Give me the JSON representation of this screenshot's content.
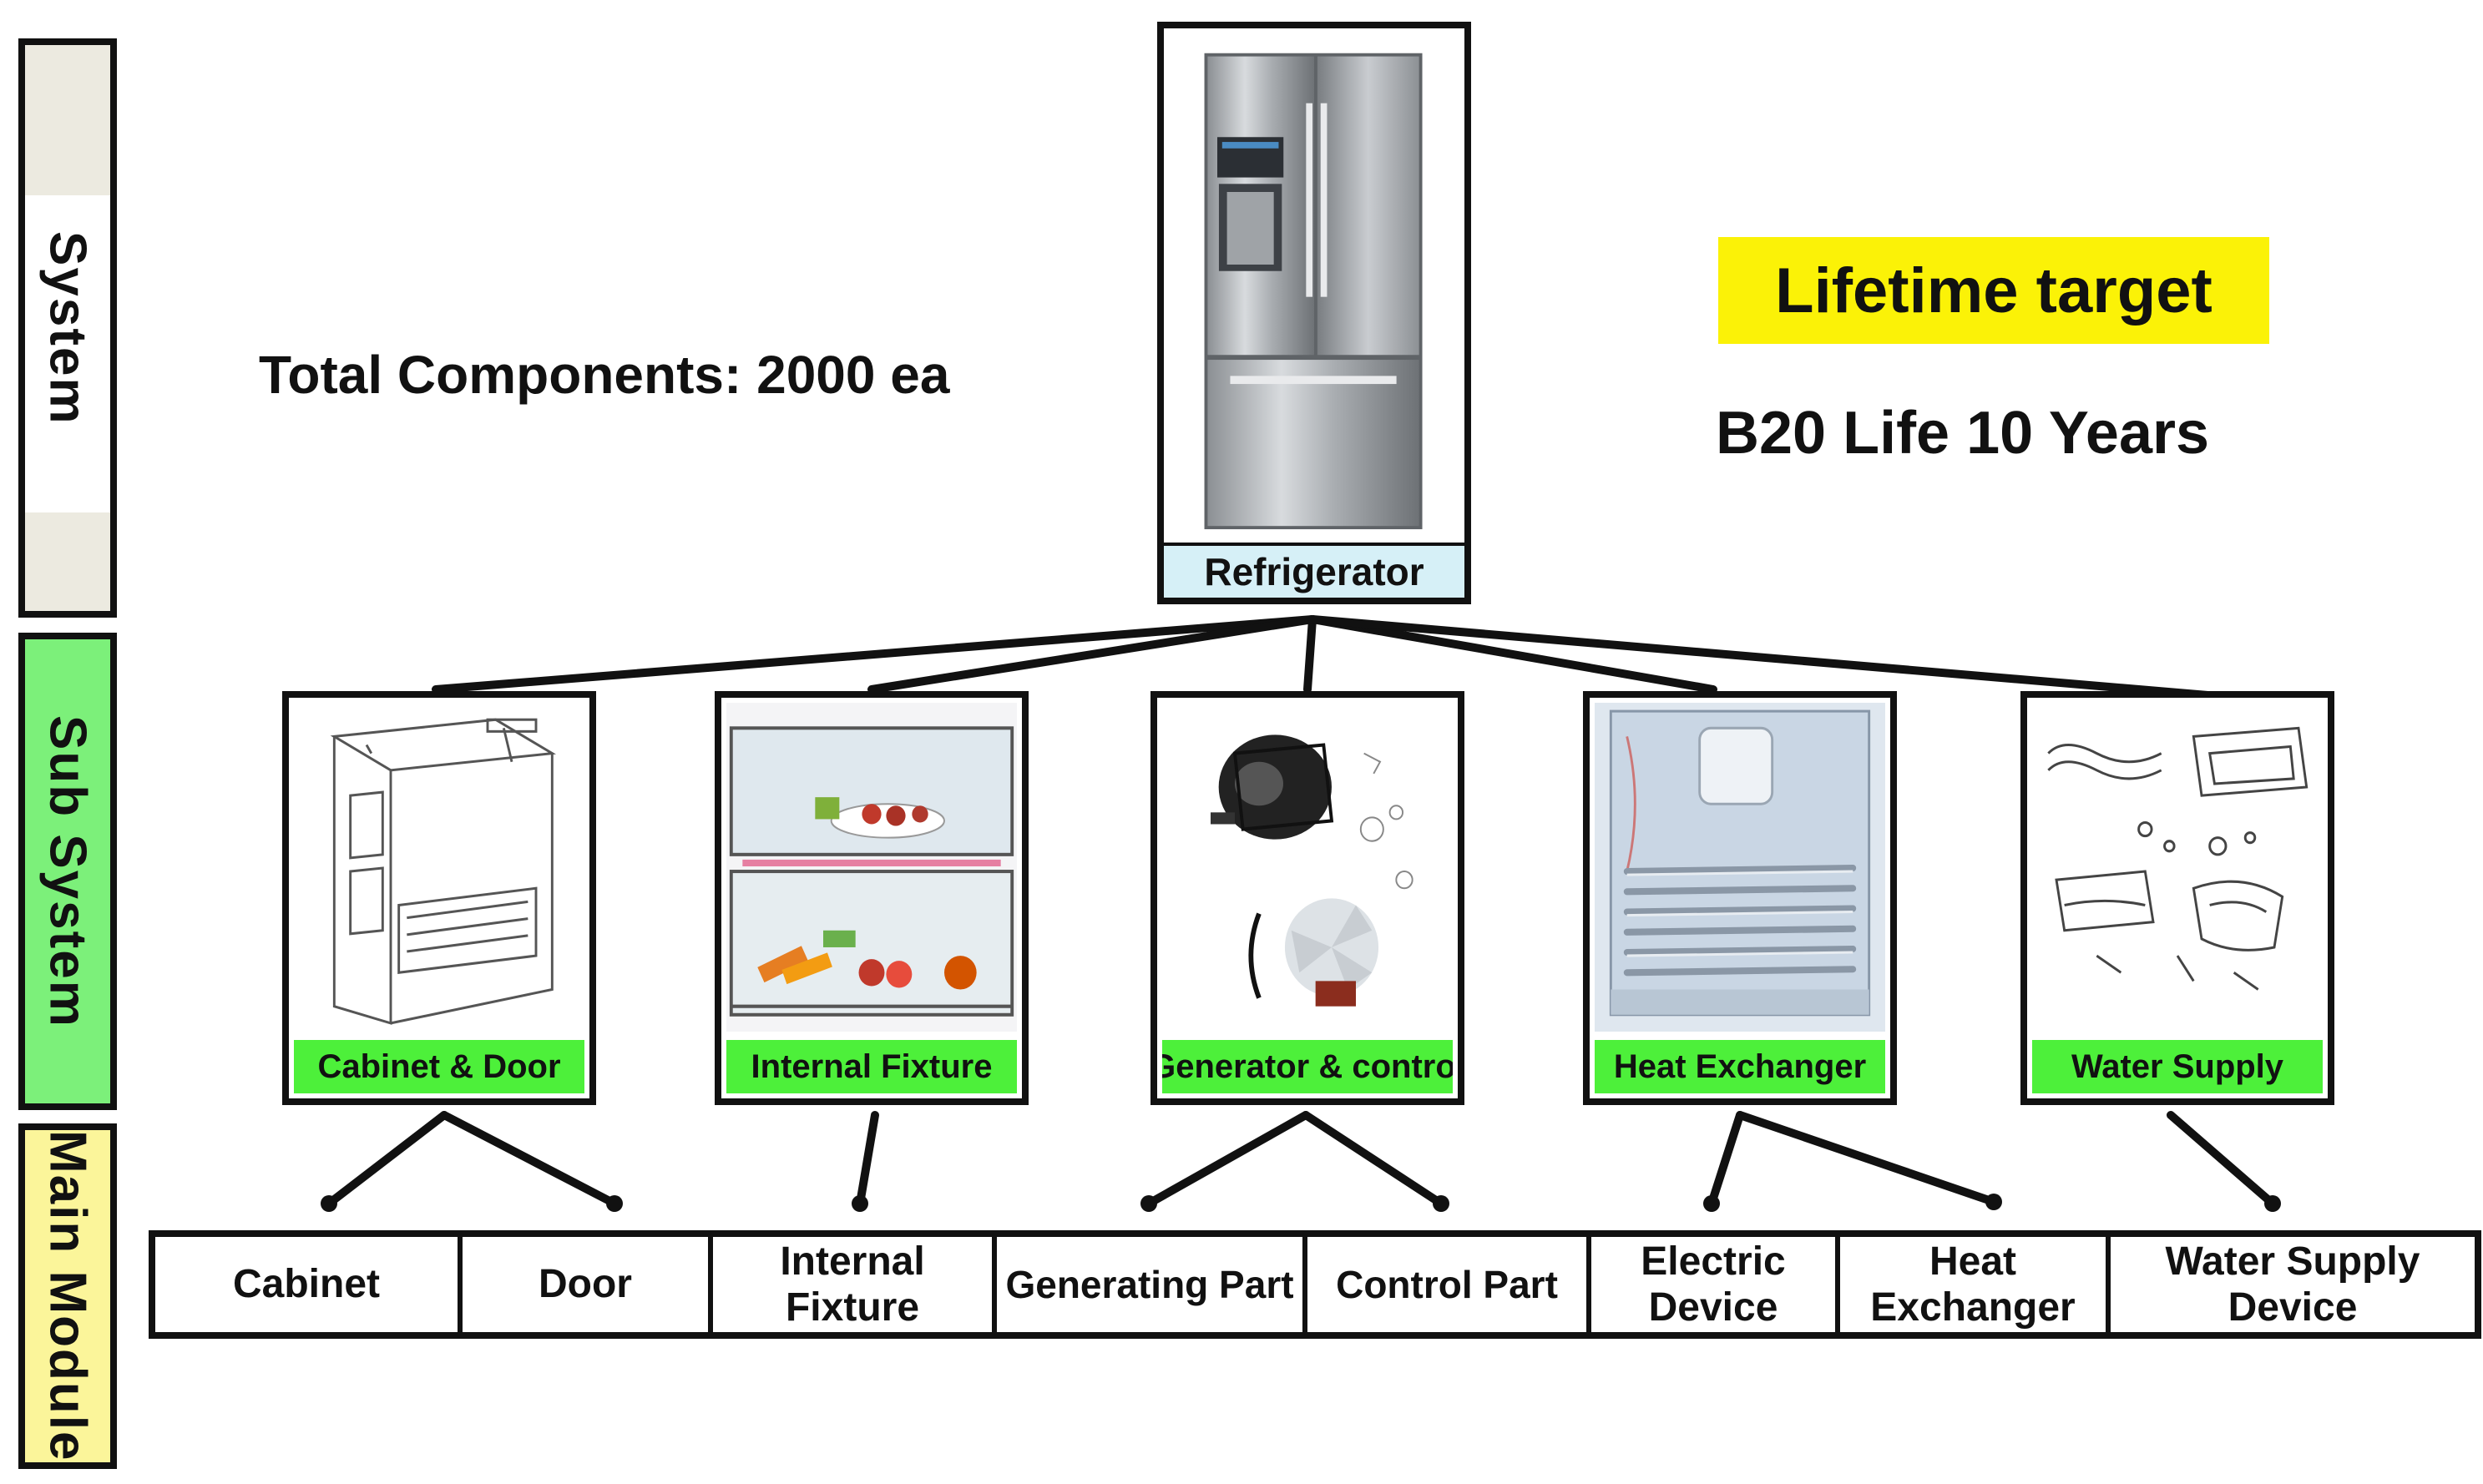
{
  "levels": {
    "system": "System",
    "sub_system": "Sub System",
    "main_module": "Main Module"
  },
  "info": {
    "total_components": "Total Components: 2000 ea",
    "lifetime_target": "Lifetime target",
    "b20_life": "B20 Life 10 Years"
  },
  "system": {
    "label": "Refrigerator",
    "image": "refrigerator-image"
  },
  "sub_systems": [
    {
      "label": "Cabinet & Door",
      "image": "cabinet-door-image"
    },
    {
      "label": "Internal Fixture",
      "image": "internal-fixture-image"
    },
    {
      "label": "Generator & control",
      "image": "generator-control-image"
    },
    {
      "label": "Heat Exchanger",
      "image": "heat-exchanger-image"
    },
    {
      "label": "Water Supply",
      "image": "water-supply-image"
    }
  ],
  "main_modules": [
    {
      "line1": "Cabinet",
      "line2": ""
    },
    {
      "line1": "Door",
      "line2": ""
    },
    {
      "line1": "Internal",
      "line2": "Fixture"
    },
    {
      "line1": "Generating Part",
      "line2": ""
    },
    {
      "line1": "Control Part",
      "line2": ""
    },
    {
      "line1": "Electric",
      "line2": "Device"
    },
    {
      "line1": "Heat",
      "line2": "Exchanger"
    },
    {
      "line1": "Water Supply",
      "line2": "Device"
    }
  ],
  "colors": {
    "system_label_bg": "#d6f0f7",
    "sub_label_bg": "#4df03a",
    "lifetime_highlight": "#fbf207",
    "system_band": "#eceae0",
    "sub_system_band": "#7cf07a",
    "main_module_band": "#fbf59a"
  }
}
